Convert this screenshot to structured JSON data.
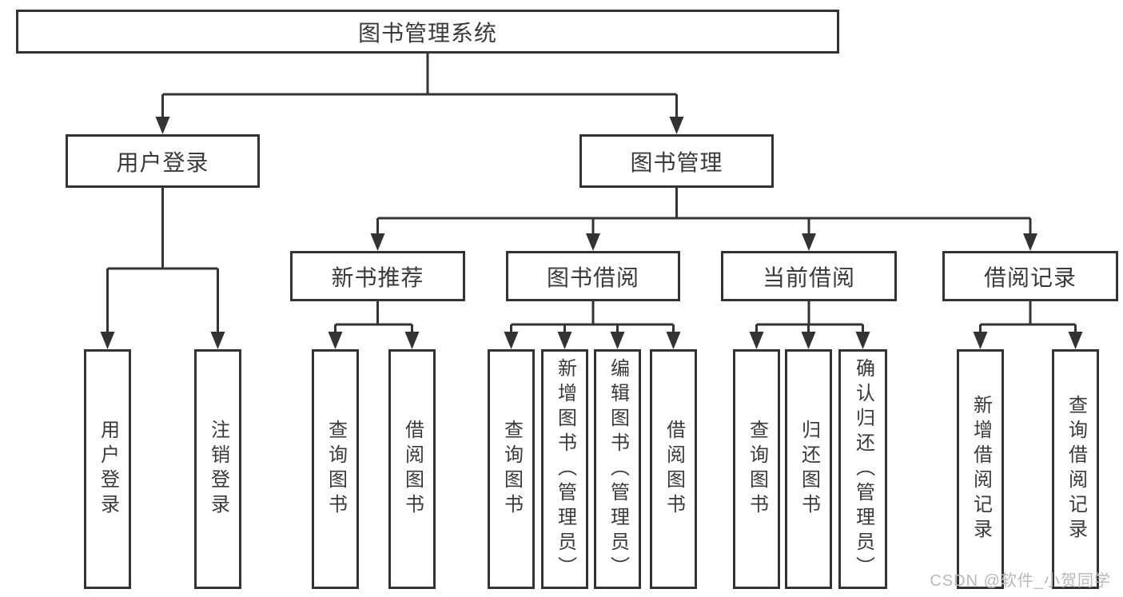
{
  "diagram": {
    "tree": {
      "label": "图书管理系统",
      "children": [
        {
          "label": "用户登录",
          "children": [
            {
              "label": "用户登录"
            },
            {
              "label": "注销登录"
            }
          ]
        },
        {
          "label": "图书管理",
          "children": [
            {
              "label": "新书推荐",
              "children": [
                {
                  "label": "查询图书"
                },
                {
                  "label": "借阅图书"
                }
              ]
            },
            {
              "label": "图书借阅",
              "children": [
                {
                  "label": "查询图书"
                },
                {
                  "label": "新增图书（管理员）"
                },
                {
                  "label": "编辑图书（管理员）"
                },
                {
                  "label": "借阅图书"
                }
              ]
            },
            {
              "label": "当前借阅",
              "children": [
                {
                  "label": "查询图书"
                },
                {
                  "label": "归还图书"
                },
                {
                  "label": "确认归还（管理员）"
                }
              ]
            },
            {
              "label": "借阅记录",
              "children": [
                {
                  "label": "新增借阅记录"
                },
                {
                  "label": "查询借阅记录"
                }
              ]
            }
          ]
        }
      ]
    },
    "colors": {
      "line": "#333333",
      "text": "#3a3a3a",
      "box_fill": "#ffffff",
      "background": "#ffffff",
      "watermark": "#b9b9b9"
    }
  },
  "watermark": {
    "text": "CSDN @软件_小贺同学"
  }
}
